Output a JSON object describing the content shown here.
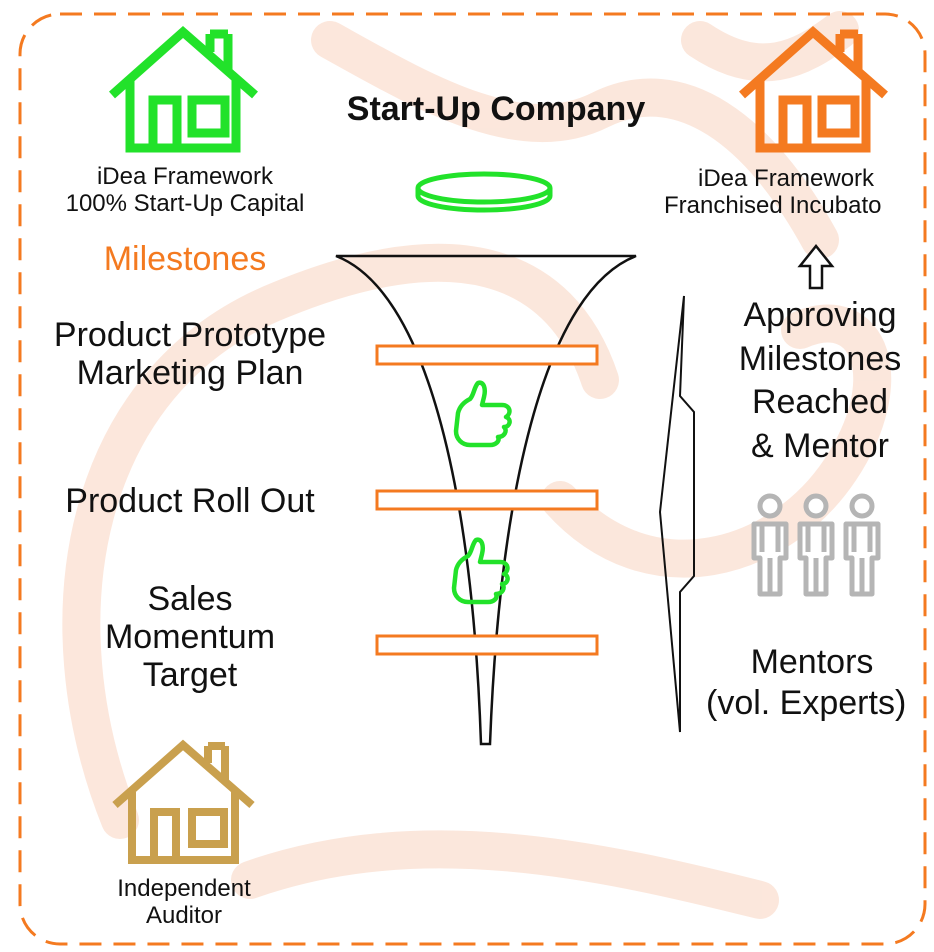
{
  "title": "Start-Up Company",
  "left_house": {
    "line1": "iDea Framework",
    "line2": "100% Start-Up Capital",
    "color": "#22e22a"
  },
  "right_house": {
    "line1": "iDea Framework",
    "line2": "Franchised Incubato",
    "color": "#f47a20"
  },
  "bottom_house": {
    "line1": "Independent",
    "line2": "Auditor",
    "color": "#c9a04e"
  },
  "milestones_heading": "Milestones",
  "milestones": [
    {
      "line1": "Product Prototype",
      "line2": "Marketing Plan"
    },
    {
      "line1": "Product Roll Out"
    },
    {
      "line1": "Sales",
      "line2": "Momentum",
      "line3": "Target"
    }
  ],
  "approval": {
    "line1": "Approving",
    "line2": "Milestones",
    "line3": "Reached",
    "line4": "& Mentor"
  },
  "mentors": {
    "line1": "Mentors",
    "line2": "(vol. Experts)"
  },
  "colors": {
    "accent_orange": "#f47a20",
    "green": "#22e22a",
    "gold": "#c9a04e",
    "mentor_gray": "#b5b5b5",
    "border_dash": "#f47a20",
    "background_swirl": "#fbe3d6"
  },
  "icons": [
    "house-icon",
    "coin-icon",
    "funnel-icon",
    "thumbs-up-icon",
    "person-icon",
    "arrow-up-icon",
    "brace-icon"
  ]
}
